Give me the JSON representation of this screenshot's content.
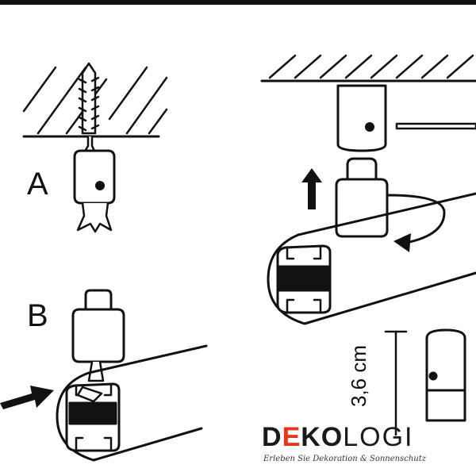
{
  "steps": {
    "a": "A",
    "b": "B"
  },
  "dimension": {
    "text": "3,6 cm"
  },
  "brand": {
    "part_d": "D",
    "part_e": "E",
    "part_ko": "KO",
    "part_logi": "LOGI",
    "tagline": "Erleben Sie Dekoration & Sonnenschutz",
    "accent_color": "#e2371d"
  }
}
